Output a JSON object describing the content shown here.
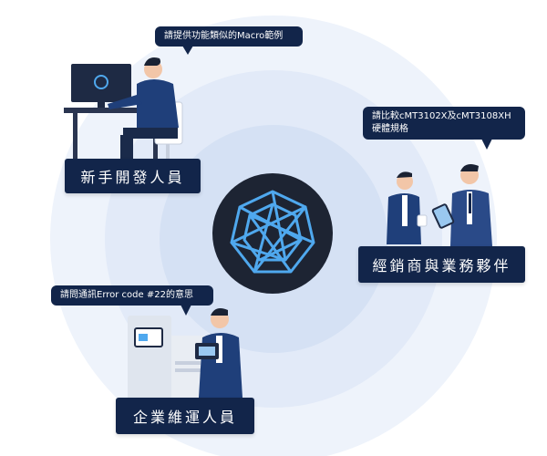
{
  "roles": {
    "developer": "新手開發人員",
    "distributor": "經銷商與業務夥伴",
    "maintenance": "企業維運人員"
  },
  "bubbles": {
    "developer": "請提供功能類似的Macro範例",
    "distributor_line1": "請比較cMT3102X及cMT3108XH",
    "distributor_line2": "硬體規格",
    "maintenance": "請問通訊Error code #22的意思"
  },
  "colors": {
    "label_bg": "#12254a",
    "ring_outer": "#eef3fb",
    "ring_mid": "#e2eaf8",
    "ring_inner": "#d5e1f4",
    "logo_bg": "#1d2433",
    "logo_stroke": "#4fa8ee",
    "suit": "#1f3f7a"
  },
  "icons": {
    "center": "heptagon-star-logo-icon"
  }
}
